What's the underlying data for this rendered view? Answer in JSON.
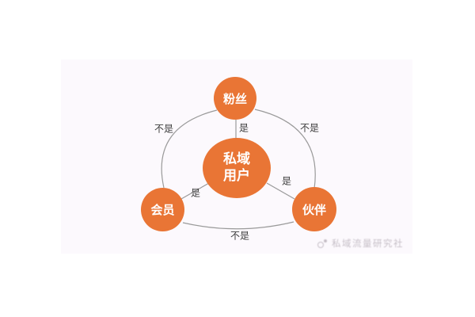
{
  "diagram": {
    "center_node": {
      "id": "private-domain-user",
      "line1": "私域",
      "line2": "用户"
    },
    "nodes": [
      {
        "id": "fans",
        "label": "粉丝"
      },
      {
        "id": "members",
        "label": "会员"
      },
      {
        "id": "partners",
        "label": "伙伴"
      }
    ],
    "edges": [
      {
        "from": "粉丝",
        "to": "私域用户",
        "style": "straight",
        "label": "是"
      },
      {
        "from": "会员",
        "to": "私域用户",
        "style": "straight",
        "label": "是"
      },
      {
        "from": "伙伴",
        "to": "私域用户",
        "style": "straight",
        "label": "是"
      },
      {
        "from": "粉丝",
        "to": "会员",
        "style": "arc",
        "label": "不是"
      },
      {
        "from": "粉丝",
        "to": "伙伴",
        "style": "arc",
        "label": "不是"
      },
      {
        "from": "会员",
        "to": "伙伴",
        "style": "arc",
        "label": "不是"
      }
    ],
    "colors": {
      "node_fill": "#e97535",
      "node_text": "#ffffff",
      "line": "#9a9a9a",
      "label_text": "#3d3d3d",
      "panel_bg": "#fcf9fd"
    }
  },
  "watermark": {
    "icon": "paw-logo-icon",
    "text": "私域流量研究社"
  }
}
